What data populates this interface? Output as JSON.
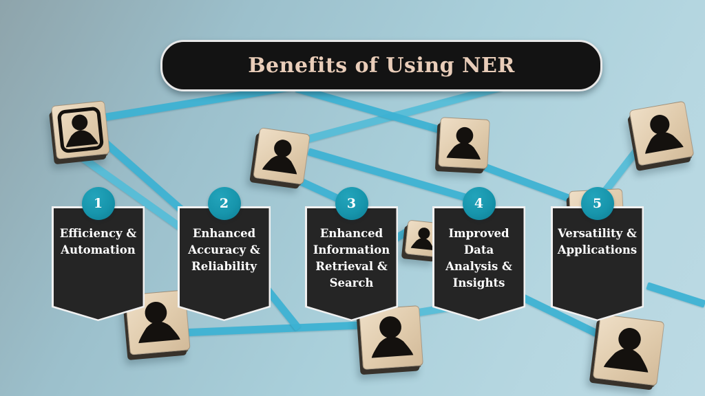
{
  "slide": {
    "title": "Benefits of Using NER"
  },
  "benefits": [
    {
      "number": "1",
      "label": "Efficiency &\nAutomation"
    },
    {
      "number": "2",
      "label": "Enhanced\nAccuracy &\nReliability"
    },
    {
      "number": "3",
      "label": "Enhanced\nInformation\nRetrieval &\nSearch"
    },
    {
      "number": "4",
      "label": "Improved\nData\nAnalysis &\nInsights"
    },
    {
      "number": "5",
      "label": "Versatility &\nApplications"
    }
  ],
  "colors": {
    "accent_teal": "#1795ac",
    "tape_blue": "#3cb2d3",
    "ribbon_dark": "#252525",
    "title_bar_dark": "#131313",
    "title_text": "#e9cdb9",
    "ribbon_text": "#ffffff",
    "background_blue": "#a9cfda",
    "wood_tan": "#e2cdb0"
  },
  "icons": {
    "person": "person-icon"
  }
}
